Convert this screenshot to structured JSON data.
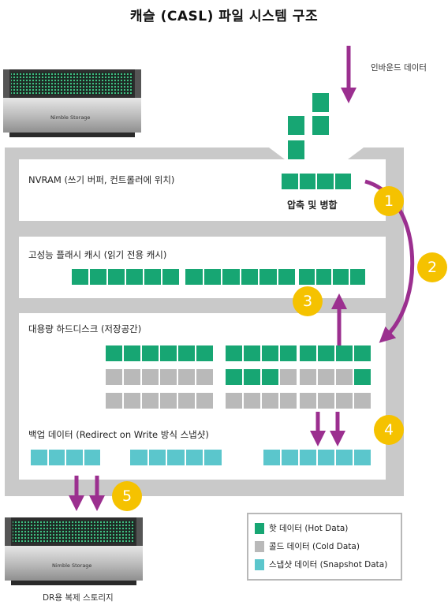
{
  "title": "캐슬 (CASL) 파일 시스템 구조",
  "colors": {
    "hot": "#17a673",
    "cold": "#b9b9b9",
    "snapshot": "#5bc6cc",
    "badge": "#f5c200",
    "arrow": "#9b2f8f",
    "frame": "#c9c9c9"
  },
  "storage_top": {
    "brand": "Nimble Storage"
  },
  "storage_bottom": {
    "brand": "Nimble Storage",
    "caption": "DR용 복제 스토리지"
  },
  "inbound_label": "인바운드 데이터",
  "panels": {
    "nvram": {
      "label": "NVRAM (쓰기 버퍼, 컨트롤러에 위치)",
      "sublabel": "압축 및 병합"
    },
    "flash": {
      "label": "고성능 플래시 캐시 (읽기 전용 캐시)"
    },
    "hdd": {
      "label": "대용량 하드디스크 (저장공간)"
    },
    "backup": {
      "label": "백업 데이터 (Redirect on Write 방식 스냅샷)"
    }
  },
  "badges": [
    "1",
    "2",
    "3",
    "4",
    "5"
  ],
  "legend": [
    {
      "label": "핫 데이터 (Hot Data)",
      "color": "#17a673"
    },
    {
      "label": "콜드 데이터 (Cold Data)",
      "color": "#b9b9b9"
    },
    {
      "label": "스냅샷 데이터 (Snapshot Data)",
      "color": "#5bc6cc"
    }
  ]
}
